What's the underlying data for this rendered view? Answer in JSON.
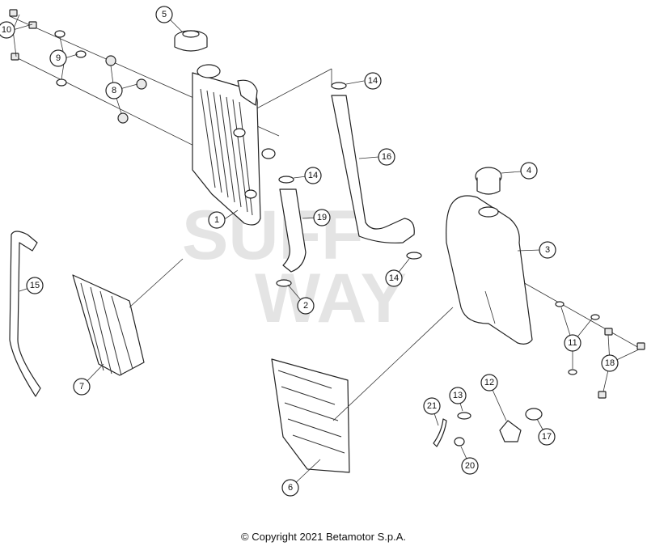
{
  "diagram": {
    "watermark_line1": "SUFF",
    "watermark_line2": "WAY",
    "callouts": [
      {
        "id": "c1",
        "label": "1"
      },
      {
        "id": "c2",
        "label": "2"
      },
      {
        "id": "c3",
        "label": "3"
      },
      {
        "id": "c4",
        "label": "4"
      },
      {
        "id": "c5",
        "label": "5"
      },
      {
        "id": "c6",
        "label": "6"
      },
      {
        "id": "c7",
        "label": "7"
      },
      {
        "id": "c8",
        "label": "8"
      },
      {
        "id": "c9",
        "label": "9"
      },
      {
        "id": "c10",
        "label": "10"
      },
      {
        "id": "c11",
        "label": "11"
      },
      {
        "id": "c12",
        "label": "12"
      },
      {
        "id": "c13",
        "label": "13"
      },
      {
        "id": "c14a",
        "label": "14"
      },
      {
        "id": "c14b",
        "label": "14"
      },
      {
        "id": "c14c",
        "label": "14"
      },
      {
        "id": "c15",
        "label": "15"
      },
      {
        "id": "c16",
        "label": "16"
      },
      {
        "id": "c17",
        "label": "17"
      },
      {
        "id": "c18",
        "label": "18"
      },
      {
        "id": "c19",
        "label": "19"
      },
      {
        "id": "c20",
        "label": "20"
      },
      {
        "id": "c21",
        "label": "21"
      }
    ]
  },
  "footer": {
    "copyright": "© Copyright 2021 Betamotor S.p.A."
  }
}
